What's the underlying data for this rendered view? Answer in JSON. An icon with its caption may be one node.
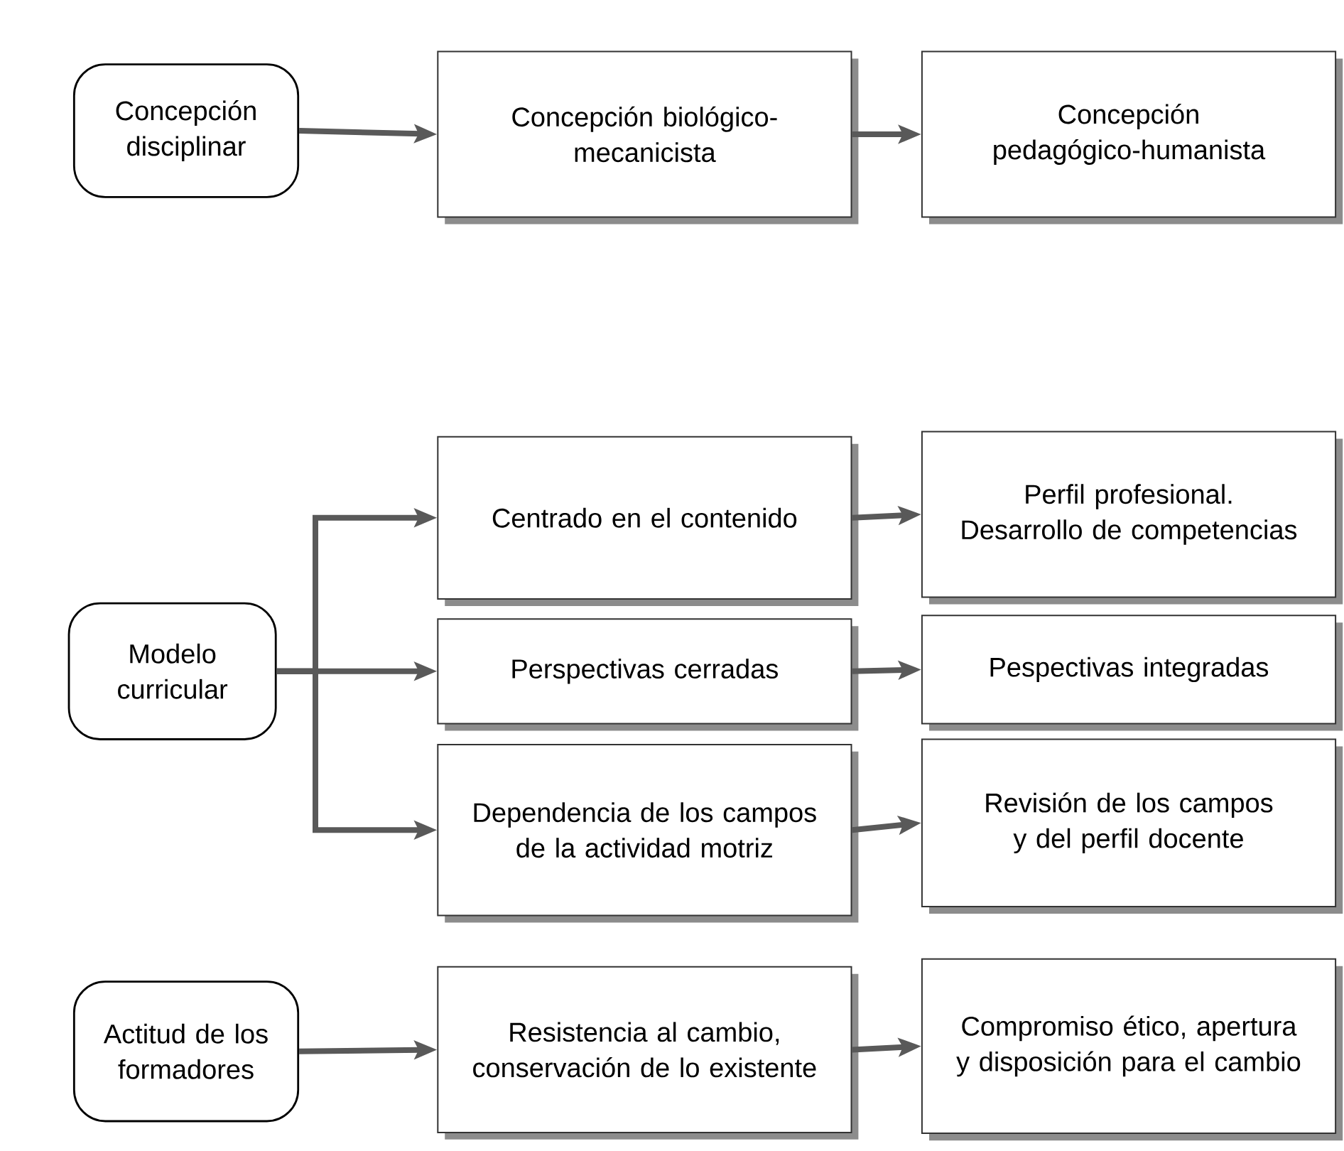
{
  "diagram": {
    "nodes": [
      {
        "text": [
          "Concepción disciplinar"
        ]
      },
      {
        "text": [
          "Concepción biológico-mecanicista"
        ]
      },
      {
        "text": [
          "Concepción pedagógico-humanista"
        ]
      },
      {
        "text": [
          "Centrado en el contenido"
        ]
      },
      {
        "text": [
          "Perfil profesional. Desarrollo de competencias"
        ]
      },
      {
        "text": [
          "Modelo curricular"
        ]
      },
      {
        "text": [
          "Perspectivas cerradas"
        ]
      },
      {
        "text": [
          "Pespectivas integradas"
        ]
      },
      {
        "text": [
          "Dependencia de los campos de la actividad motriz"
        ]
      },
      {
        "text": [
          "Revisión de los campos y del perfil docente"
        ]
      },
      {
        "text": [
          "Actitud de los formadores"
        ]
      },
      {
        "text": [
          "Resistencia al cambio, conservación de lo existente"
        ]
      },
      {
        "text": [
          "Compromiso ético, apertura y disposición para el cambio"
        ]
      }
    ],
    "edges": [
      {
        "from": 0,
        "to": 1,
        "arrow": "to"
      },
      {
        "from": 1,
        "to": 2,
        "arrow": "to"
      },
      {
        "from": 5,
        "to": 3,
        "arrow": "to"
      },
      {
        "from": 5,
        "to": 6,
        "arrow": "to"
      },
      {
        "from": 5,
        "to": 8,
        "arrow": "to"
      },
      {
        "from": 3,
        "to": 4,
        "arrow": "to"
      },
      {
        "from": 6,
        "to": 7,
        "arrow": "to"
      },
      {
        "from": 8,
        "to": 9,
        "arrow": "to"
      },
      {
        "from": 10,
        "to": 11,
        "arrow": "to"
      },
      {
        "from": 11,
        "to": 12,
        "arrow": "to"
      }
    ]
  }
}
